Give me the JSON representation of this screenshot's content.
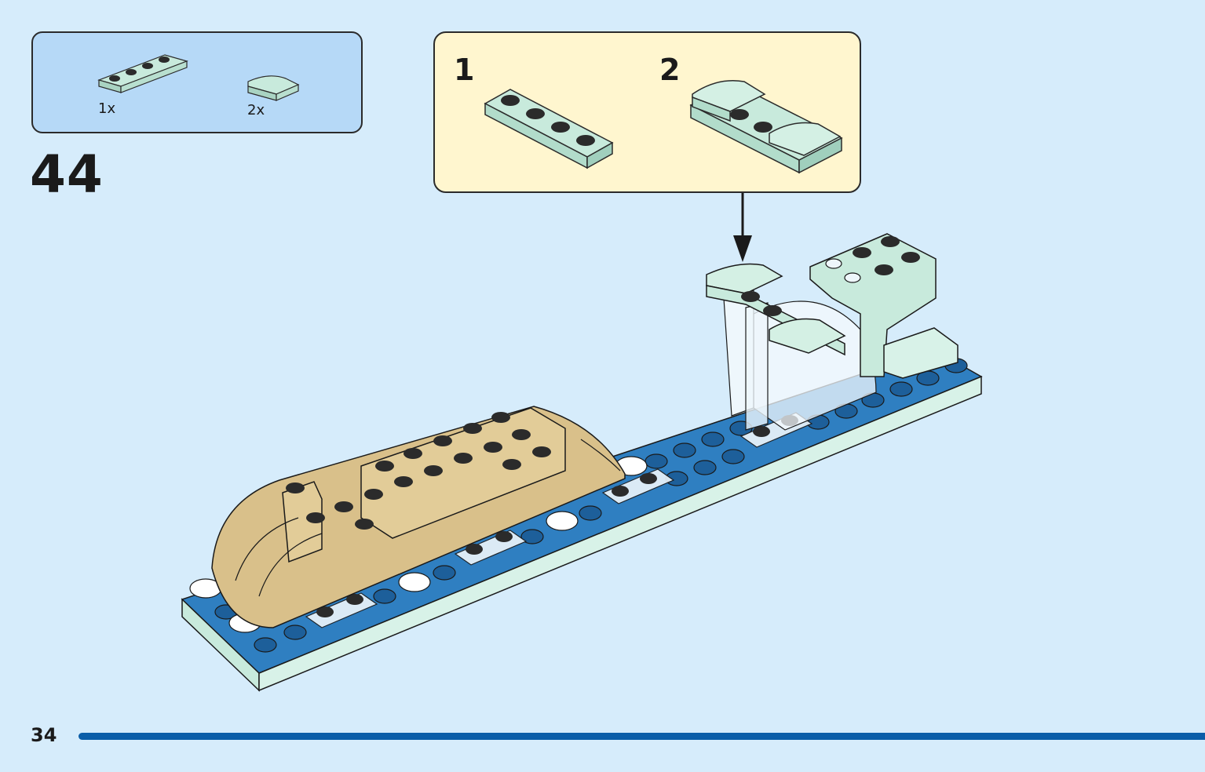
{
  "page": {
    "number": "34",
    "progress": 1.0
  },
  "step": {
    "number": "44"
  },
  "parts_list": [
    {
      "qty": "1x",
      "icon": "plate-1x4-light-aqua-icon",
      "color": "#c8eadc"
    },
    {
      "qty": "2x",
      "icon": "curved-slope-light-aqua-icon",
      "color": "#c8eadc"
    }
  ],
  "sub_steps": [
    {
      "label": "1"
    },
    {
      "label": "2"
    }
  ],
  "colors": {
    "background": "#d6ecfb",
    "parts_box": "#b6d9f7",
    "callout": "#fff6cf",
    "base_blue": "#2f7fc1",
    "tan": "#d9c08a",
    "light_aqua": "#c8eadc",
    "progress": "#0b5ea8"
  }
}
